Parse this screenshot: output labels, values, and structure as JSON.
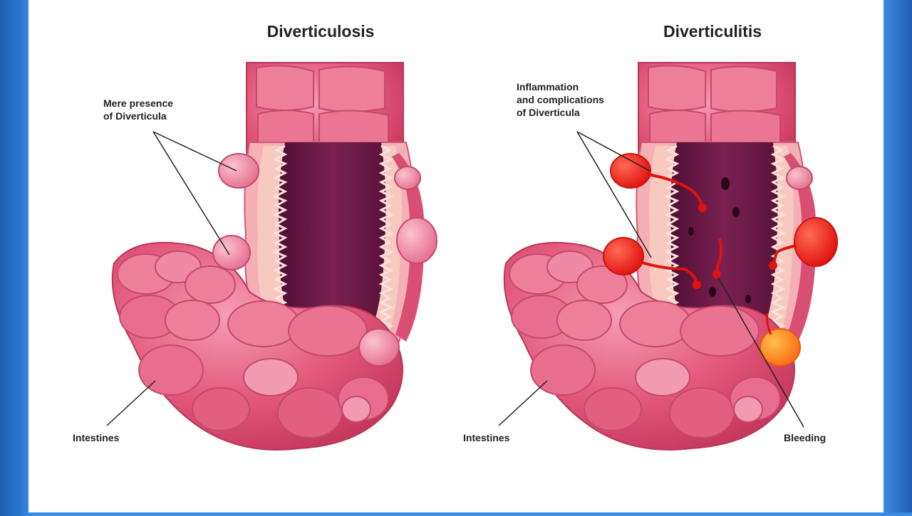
{
  "diagram": {
    "panels": [
      {
        "title": "Diverticulosis",
        "callout": [
          "Mere presence",
          "of Diverticula"
        ],
        "bottom_label": "Intestines"
      },
      {
        "title": "Diverticulitis",
        "callout": [
          "Inflammation",
          "and complications",
          "of Diverticula"
        ],
        "bottom_label": "Intestines",
        "bleeding_label": "Bleeding"
      }
    ]
  },
  "colors": {
    "background_frame": "#2a78d0",
    "intestine_wall": "#e2577a",
    "intestine_highlight": "#f39ab2",
    "lumen": "#6e1b4a",
    "mucosa": "#f8c3b8",
    "inflamed_pouch": "#f2201c",
    "abscess": "#ff9a1f"
  }
}
